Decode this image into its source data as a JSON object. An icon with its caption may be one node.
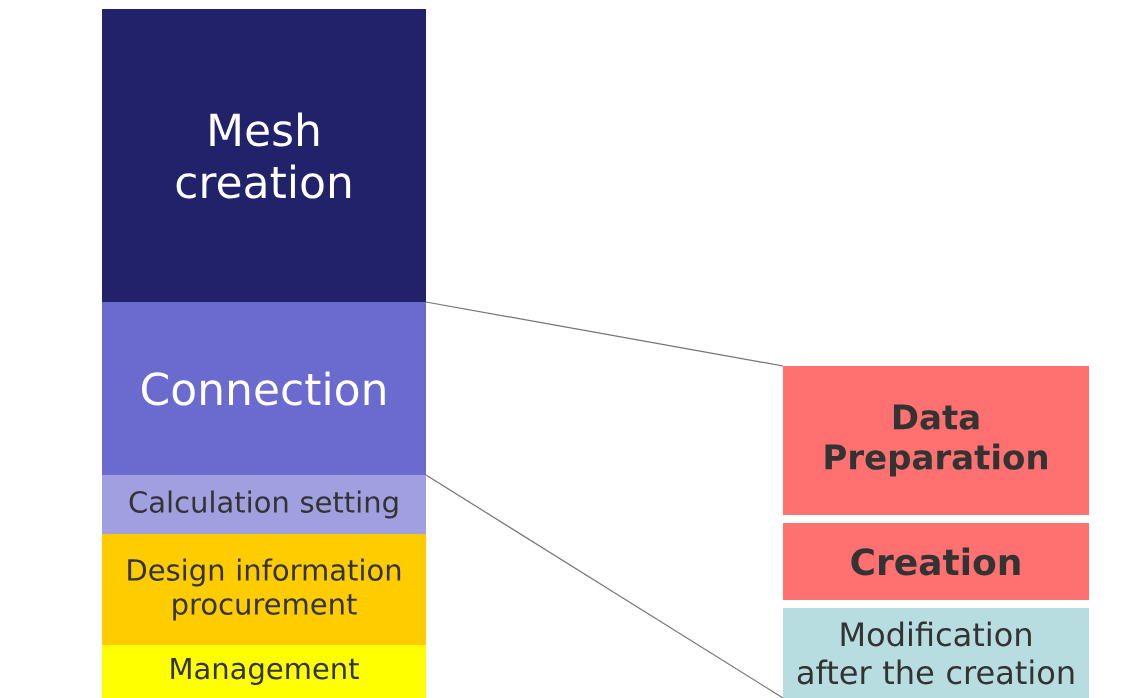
{
  "diagram": {
    "nodes": [
      {
        "text": [
          "Mesh creation"
        ]
      },
      {
        "text": [
          "Connection"
        ]
      },
      {
        "text": [
          "Calculation setting"
        ]
      },
      {
        "text": [
          "Design information procurement"
        ]
      },
      {
        "text": [
          "Management"
        ]
      },
      {
        "text": [
          "Data Preparation"
        ]
      },
      {
        "text": [
          "Creation"
        ]
      },
      {
        "text": [
          "Modification after the creation"
        ]
      }
    ],
    "edges": [
      {
        "from": 1,
        "to": 5,
        "arrow": "none"
      },
      {
        "from": 1,
        "to": 7,
        "arrow": "none"
      }
    ]
  }
}
